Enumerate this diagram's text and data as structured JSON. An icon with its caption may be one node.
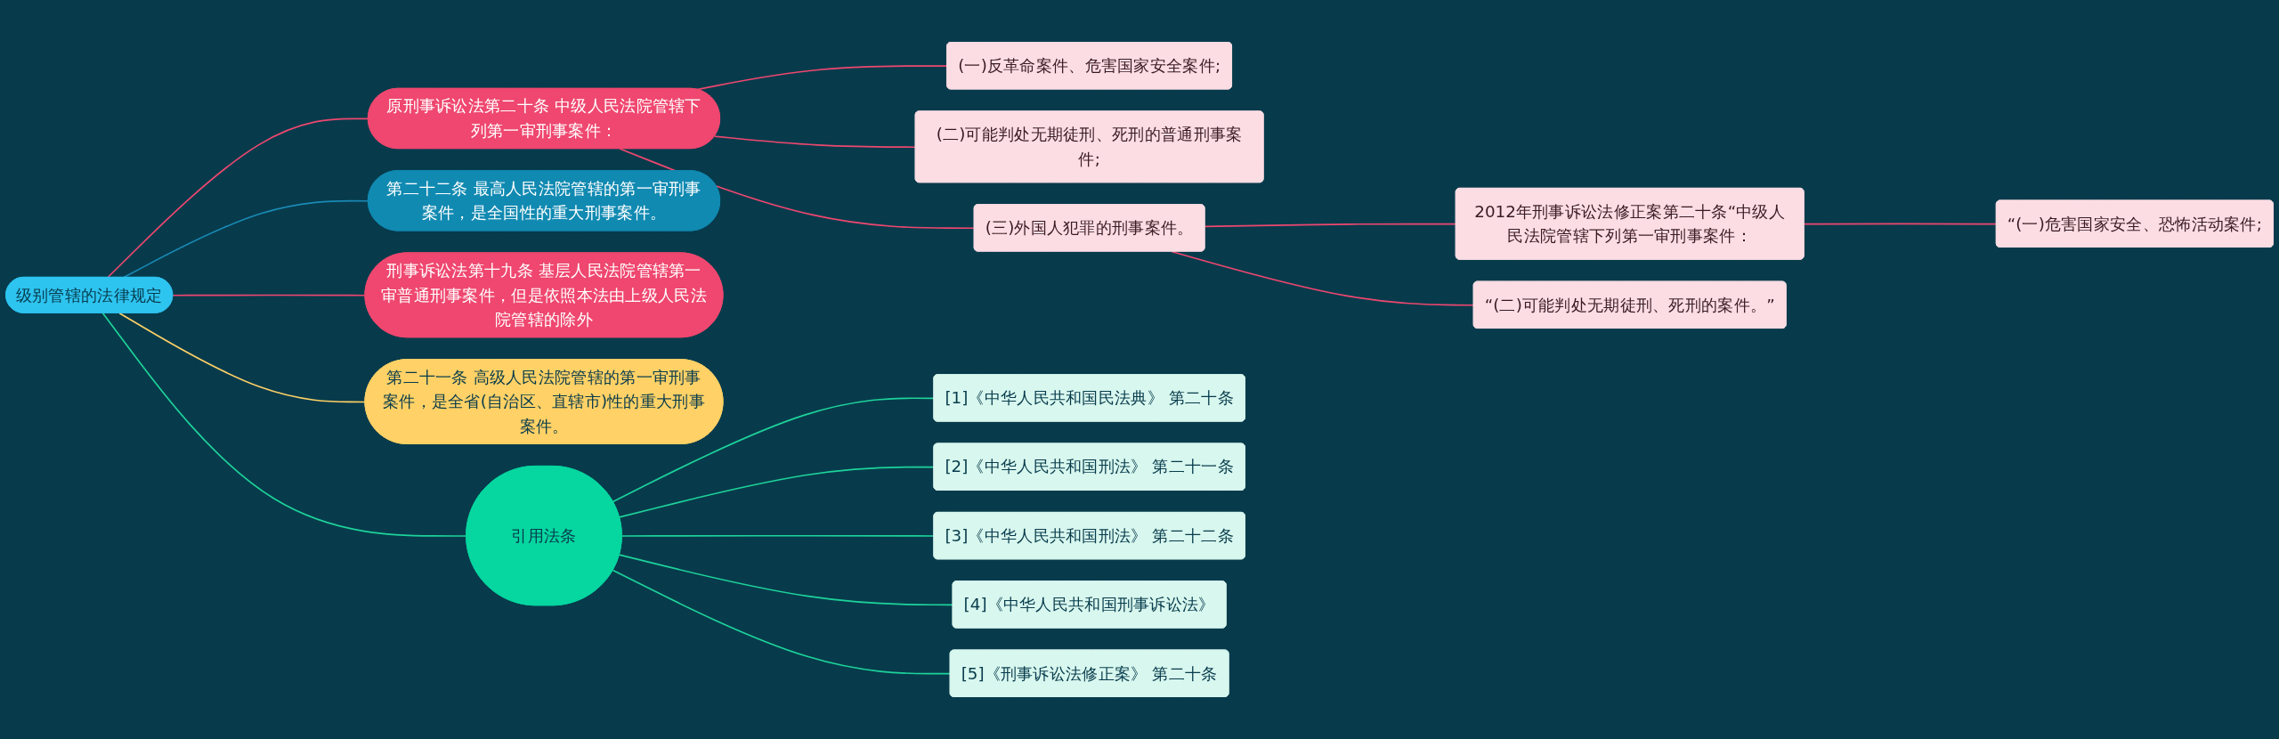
{
  "diagram": {
    "nodes": [
      {
        "text": [
          "级别管辖的法律规定"
        ]
      },
      {
        "text": [
          "原刑事诉讼法第二十条 中级人民法院管辖下列第一审刑事案件："
        ]
      },
      {
        "text": [
          "(一)反革命案件、危害国家安全案件;"
        ]
      },
      {
        "text": [
          "(二)可能判处无期徒刑、死刑的普通刑事案件;"
        ]
      },
      {
        "text": [
          "(三)外国人犯罪的刑事案件。"
        ]
      },
      {
        "text": [
          "2012年刑事诉讼法修正案第二十条“中级人民法院管辖下列第一审刑事案件："
        ]
      },
      {
        "text": [
          "“(一)危害国家安全、恐怖活动案件;"
        ]
      },
      {
        "text": [
          "“(二)可能判处无期徒刑、死刑的案件。”"
        ]
      },
      {
        "text": [
          "第二十二条 最高人民法院管辖的第一审刑事案件，是全国性的重大刑事案件。"
        ]
      },
      {
        "text": [
          "刑事诉讼法第十九条 基层人民法院管辖第一审普通刑事案件，但是依照本法由上级人民法院管辖的除外"
        ]
      },
      {
        "text": [
          "第二十一条 高级人民法院管辖的第一审刑事案件，是全省(自治区、直辖市)性的重大刑事案件。"
        ]
      },
      {
        "text": [
          "引用法条"
        ]
      },
      {
        "text": [
          "[1]《中华人民共和国民法典》 第二十条"
        ]
      },
      {
        "text": [
          "[2]《中华人民共和国刑法》 第二十一条"
        ]
      },
      {
        "text": [
          "[3]《中华人民共和国刑法》 第二十二条"
        ]
      },
      {
        "text": [
          "[4]《中华人民共和国刑事诉讼法》"
        ]
      },
      {
        "text": [
          "[5]《刑事诉讼法修正案》 第二十条"
        ]
      }
    ],
    "edges": [
      {
        "from": 0,
        "to": 1,
        "arrow": "none"
      },
      {
        "from": 1,
        "to": 2,
        "arrow": "none"
      },
      {
        "from": 1,
        "to": 3,
        "arrow": "none"
      },
      {
        "from": 1,
        "to": 4,
        "arrow": "none"
      },
      {
        "from": 4,
        "to": 5,
        "arrow": "none"
      },
      {
        "from": 5,
        "to": 6,
        "arrow": "none"
      },
      {
        "from": 4,
        "to": 7,
        "arrow": "none"
      },
      {
        "from": 0,
        "to": 8,
        "arrow": "none",
        "color": "#1a8ab5"
      },
      {
        "from": 0,
        "to": 9,
        "arrow": "none"
      },
      {
        "from": 0,
        "to": 10,
        "arrow": "none",
        "color": "#ffd166"
      },
      {
        "from": 0,
        "to": 11,
        "arrow": "none",
        "color": "#1ed39a"
      },
      {
        "from": 11,
        "to": 12,
        "arrow": "none",
        "color": "#1ed39a"
      },
      {
        "from": 11,
        "to": 13,
        "arrow": "none",
        "color": "#1ed39a"
      },
      {
        "from": 11,
        "to": 14,
        "arrow": "none",
        "color": "#1ed39a"
      },
      {
        "from": 11,
        "to": 15,
        "arrow": "none",
        "color": "#1ed39a"
      },
      {
        "from": 11,
        "to": 16,
        "arrow": "none",
        "color": "#1ed39a"
      }
    ]
  }
}
